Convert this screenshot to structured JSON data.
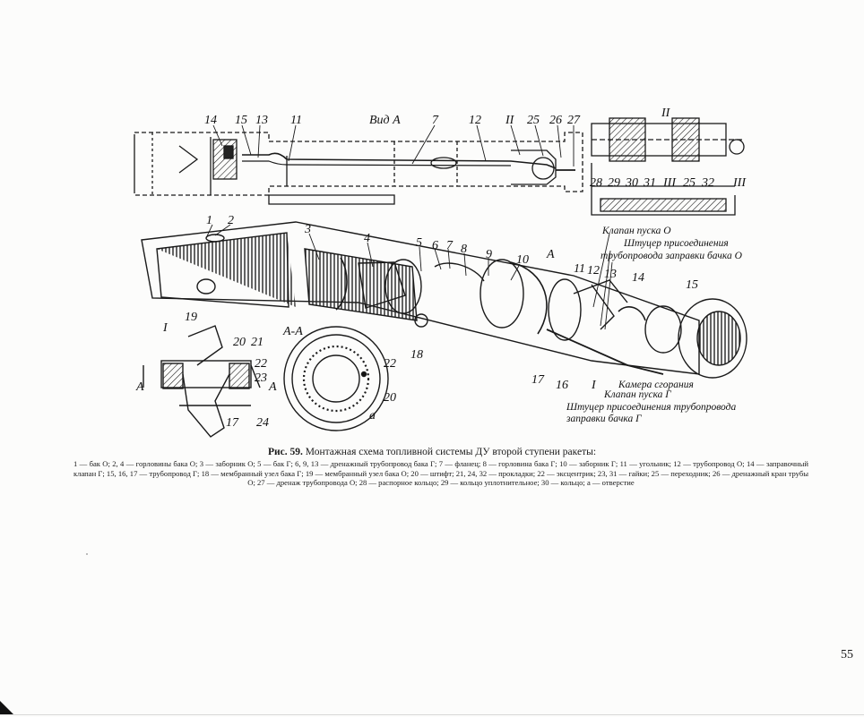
{
  "figure": {
    "labels": {
      "n1": "1",
      "n2": "2",
      "n3": "3",
      "n4": "4",
      "n5": "5",
      "n6": "6",
      "n7": "7",
      "n8": "8",
      "n9": "9",
      "n10": "10",
      "n11": "11",
      "n12": "12",
      "n13": "13",
      "n14": "14",
      "n15": "15",
      "n16": "16",
      "n17": "17",
      "n18": "18",
      "n19": "19",
      "n20": "20",
      "n21": "21",
      "n22": "22",
      "n23": "23",
      "n24": "24",
      "n25": "25",
      "n26": "26",
      "n27": "27",
      "n28": "28",
      "n29": "29",
      "n30": "30",
      "n31": "31",
      "n32": "32",
      "view_a": "Вид  А",
      "section_aa": "А-А",
      "arrow_a": "А",
      "mark_a": "а",
      "roman_1": "I",
      "roman_2": "II",
      "roman_3": "III",
      "klapan_puska_o": "Клапан пуска О",
      "shtutser_o_line1": "Штуцер присоединения",
      "shtutser_o_line2": "трубопровода  заправки бачка О",
      "kamera_sgoraniya": "Камера сгорания",
      "klapan_puska_g": "Клапан пуска Г",
      "shtutser_g_line1": "Штуцер  присоединения  трубопровода",
      "shtutser_g_line2": "заправки бачка Г"
    }
  },
  "caption": {
    "fig_number": "Рис. 59.",
    "fig_title": "Монтажная схема топливной системы ДУ второй ступени ракеты:",
    "legend": "1 — бак О; 2, 4 — горловины бака О; 3 — заборник О; 5 — бак Г; 6, 9, 13 — дренажный трубопровод бака Г; 7 — фланец; 8 — горловина бака Г; 10 — заборник Г; 11 — угольник; 12 — трубопровод О; 14 — заправочный клапан Г; 15, 16, 17 — трубопровод Г; 18 — мембранный узел бака Г; 19 — мембранный узел бака О; 20 — штифт; 21, 24, 32 — прокладки; 22 — эксцентрик; 23, 31 — гайки; 25 — переходник; 26 — дренажный кран трубы О; 27 — дренаж трубопровода О; 28 — распорное кольцо; 29 — кольцо уплотнительное; 30 — кольцо; а — отверстие"
  },
  "page": {
    "number": "55"
  }
}
